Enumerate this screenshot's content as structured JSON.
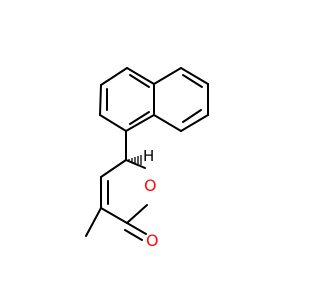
{
  "molecule": {
    "atoms": {
      "ring_oxygen": "O",
      "carbonyl_oxygen": "O",
      "stereo_hydrogen": "H"
    },
    "colors": {
      "bond": "#000000",
      "oxygen": "#ff0d0d",
      "background": "#ffffff"
    }
  }
}
